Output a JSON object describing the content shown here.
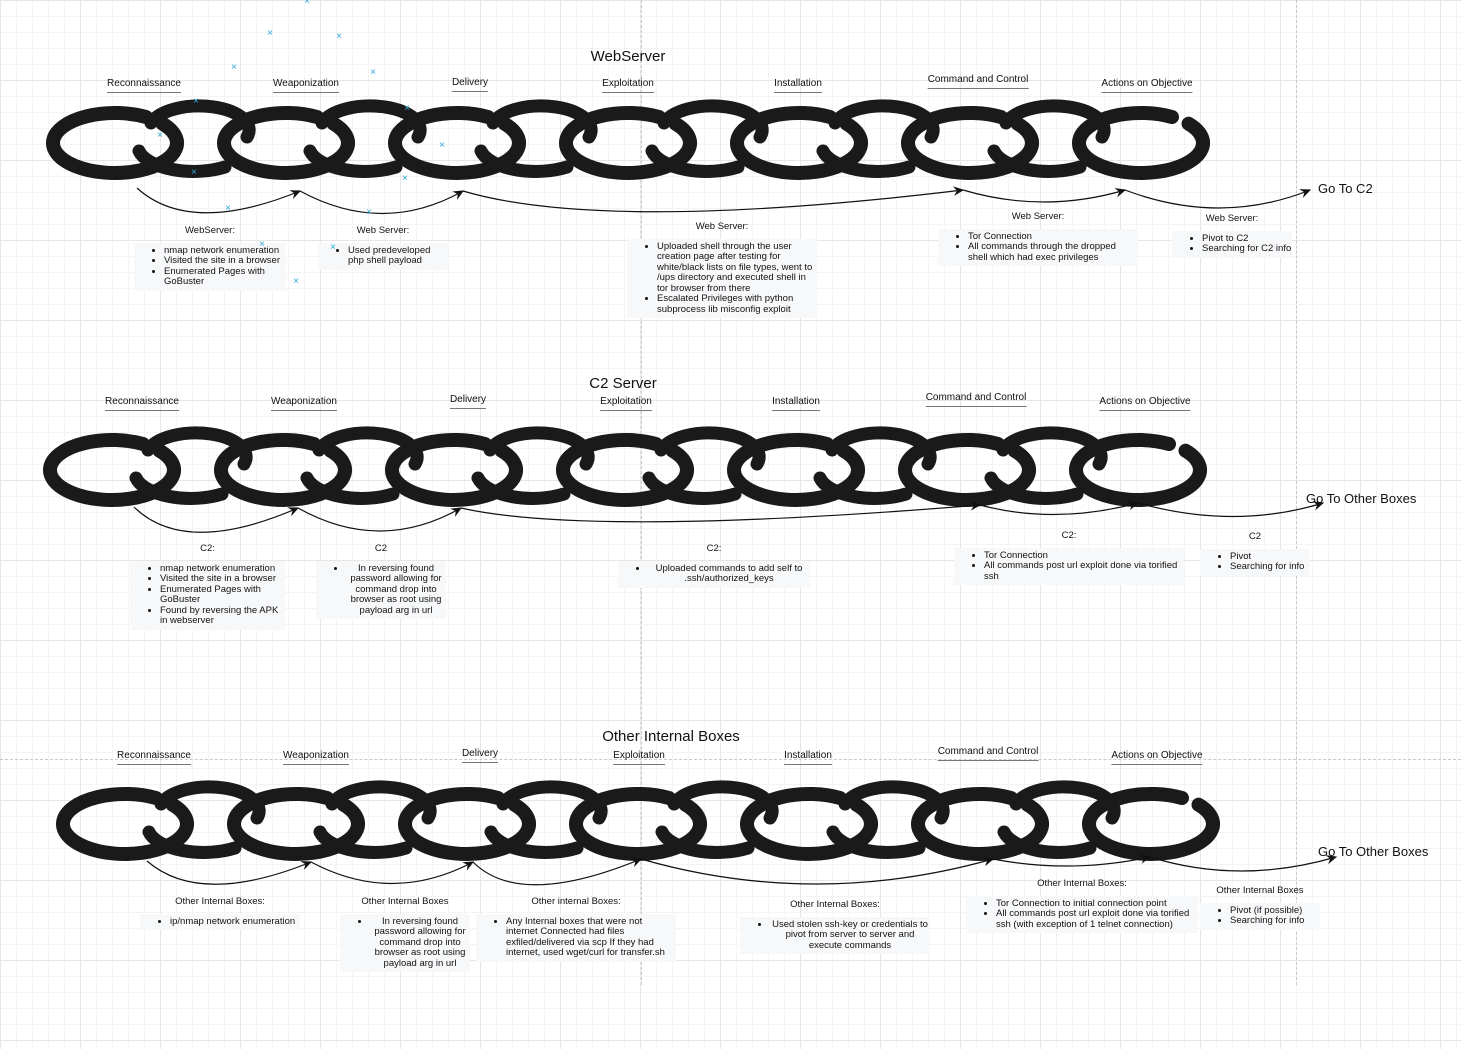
{
  "stage_labels": [
    "Reconnaissance",
    "Weaponization",
    "Delivery",
    "Exploitation",
    "Installation",
    "Command and Control",
    "Actions on Objective"
  ],
  "sections": [
    {
      "title": "WebServer",
      "goto": "Go To C2",
      "notes": [
        {
          "head": "WebServer:",
          "items": [
            "nmap network enumeration",
            "Visited the site in a browser",
            "Enumerated Pages with GoBuster"
          ]
        },
        {
          "head": "Web Server:",
          "items": [
            "Used predeveloped php shell payload"
          ]
        },
        {
          "head": "Web Server:",
          "items": [
            "Uploaded shell through the user creation page after testing for white/black lists on file types, went to /ups directory and executed shell in tor browser from there",
            "Escalated Privileges with python subprocess lib misconfig exploit"
          ]
        },
        {
          "head": "Web Server:",
          "items": [
            "Tor Connection",
            "All commands through the dropped shell which had exec privileges"
          ]
        },
        {
          "head": "Web Server:",
          "items": [
            "Pivot to C2",
            "Searching for C2 info"
          ]
        }
      ]
    },
    {
      "title": "C2 Server",
      "goto": "Go To Other Boxes",
      "notes": [
        {
          "head": "C2:",
          "items": [
            "nmap network enumeration",
            "Visited the site in a browser",
            "Enumerated Pages with GoBuster",
            "Found by reversing the APK in webserver"
          ]
        },
        {
          "head": "C2",
          "items": [
            "In reversing found password allowing for command drop into browser as root using payload arg in url"
          ]
        },
        {
          "head": "C2:",
          "items": [
            "Uploaded commands to add self to .ssh/authorized_keys"
          ]
        },
        {
          "head": "C2:",
          "items": [
            "Tor Connection",
            "All commands post url exploit done via torified ssh"
          ]
        },
        {
          "head": "C2",
          "items": [
            "Pivot",
            "Searching for info"
          ]
        }
      ]
    },
    {
      "title": "Other Internal Boxes",
      "goto": "Go To Other Boxes",
      "notes": [
        {
          "head": "Other Internal Boxes:",
          "items": [
            "ip/nmap network enumeration"
          ]
        },
        {
          "head": "Other Internal Boxes",
          "items": [
            "In reversing found password allowing for command drop into browser as root using payload arg in url"
          ]
        },
        {
          "head": "Other internal Boxes:",
          "items": [
            "Any Internal boxes that were not internet Connected had files exfiled/delivered via scp If they had internet, used wget/curl for transfer.sh"
          ]
        },
        {
          "head": "Other Internal Boxes:",
          "items": [
            "Used stolen ssh-key or credentials to pivot from server to server and execute commands"
          ]
        },
        {
          "head": "Other Internal Boxes:",
          "items": [
            "Tor Connection to initial connection point",
            "All commands post url exploit done via torified ssh (with exception of 1 telnet connection)"
          ]
        },
        {
          "head": "Other Internal Boxes",
          "items": [
            "Pivot (if possible)",
            "Searching for info"
          ]
        }
      ]
    }
  ],
  "colors": {
    "chain": "#1a1a1a",
    "grid": "#e6e6e6",
    "selection": "#2aa8d8"
  },
  "icons": {
    "chain": "chain-link-icon",
    "selection": "selection-handle-icon",
    "arrow": "arrowhead-icon"
  }
}
